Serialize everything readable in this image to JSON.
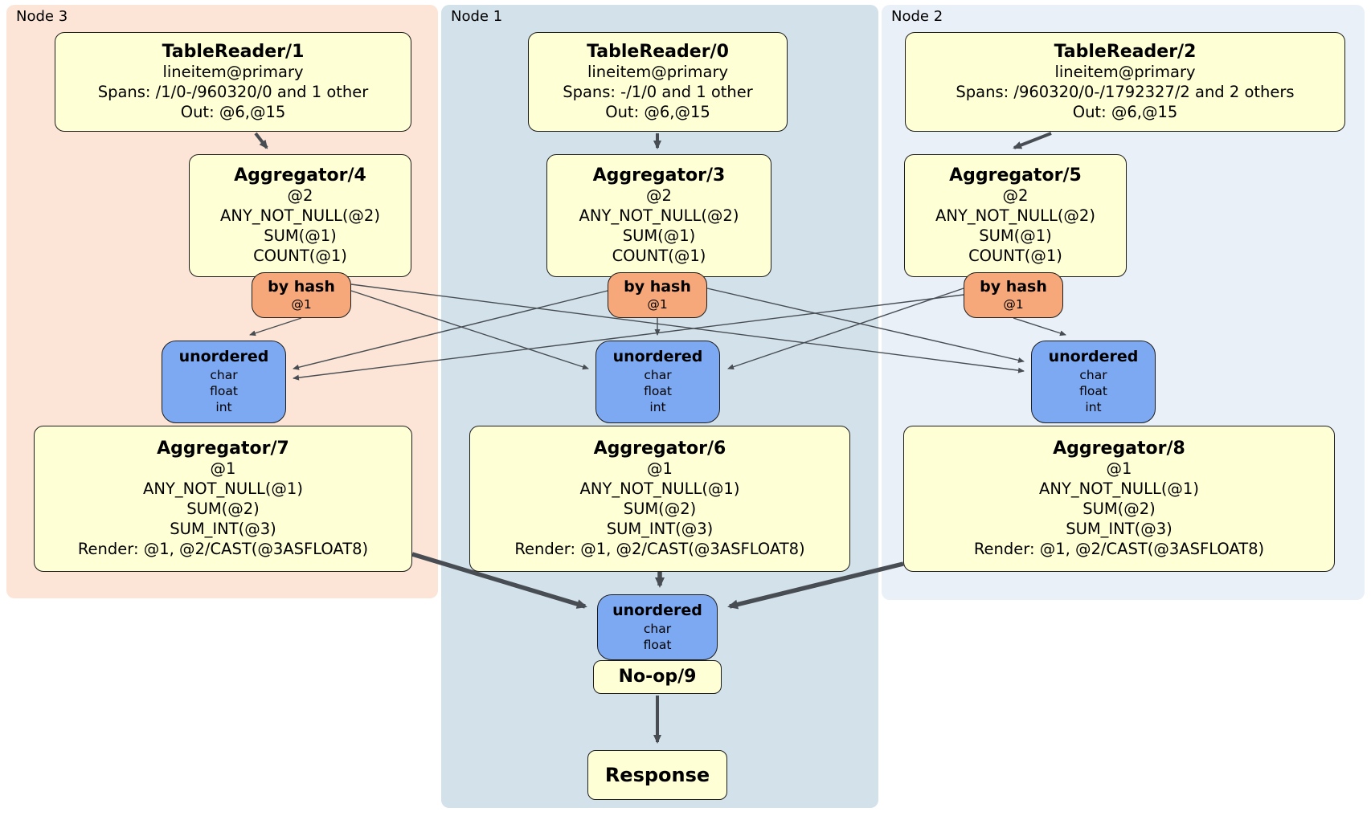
{
  "nodes": [
    {
      "label": "Node 3",
      "table_reader": {
        "title": "TableReader/1",
        "lines": [
          "lineitem@primary",
          "Spans: /1/0-/960320/0 and 1 other",
          "Out: @6,@15"
        ]
      },
      "aggregator_top": {
        "title": "Aggregator/4",
        "lines": [
          "@2",
          "ANY_NOT_NULL(@2)",
          "SUM(@1)",
          "COUNT(@1)"
        ]
      },
      "router": {
        "title": "by hash",
        "detail": "@1"
      },
      "sync": {
        "title": "unordered",
        "lines": [
          "char",
          "float",
          "int"
        ]
      },
      "aggregator_bottom": {
        "title": "Aggregator/7",
        "lines": [
          "@1",
          "ANY_NOT_NULL(@1)",
          "SUM(@2)",
          "SUM_INT(@3)",
          "Render: @1, @2/CAST(@3ASFLOAT8)"
        ]
      }
    },
    {
      "label": "Node 1",
      "table_reader": {
        "title": "TableReader/0",
        "lines": [
          "lineitem@primary",
          "Spans: -/1/0 and 1 other",
          "Out: @6,@15"
        ]
      },
      "aggregator_top": {
        "title": "Aggregator/3",
        "lines": [
          "@2",
          "ANY_NOT_NULL(@2)",
          "SUM(@1)",
          "COUNT(@1)"
        ]
      },
      "router": {
        "title": "by hash",
        "detail": "@1"
      },
      "sync": {
        "title": "unordered",
        "lines": [
          "char",
          "float",
          "int"
        ]
      },
      "aggregator_bottom": {
        "title": "Aggregator/6",
        "lines": [
          "@1",
          "ANY_NOT_NULL(@1)",
          "SUM(@2)",
          "SUM_INT(@3)",
          "Render: @1, @2/CAST(@3ASFLOAT8)"
        ]
      }
    },
    {
      "label": "Node 2",
      "table_reader": {
        "title": "TableReader/2",
        "lines": [
          "lineitem@primary",
          "Spans: /960320/0-/1792327/2 and 2 others",
          "Out: @6,@15"
        ]
      },
      "aggregator_top": {
        "title": "Aggregator/5",
        "lines": [
          "@2",
          "ANY_NOT_NULL(@2)",
          "SUM(@1)",
          "COUNT(@1)"
        ]
      },
      "router": {
        "title": "by hash",
        "detail": "@1"
      },
      "sync": {
        "title": "unordered",
        "lines": [
          "char",
          "float",
          "int"
        ]
      },
      "aggregator_bottom": {
        "title": "Aggregator/8",
        "lines": [
          "@1",
          "ANY_NOT_NULL(@1)",
          "SUM(@2)",
          "SUM_INT(@3)",
          "Render: @1, @2/CAST(@3ASFLOAT8)"
        ]
      }
    }
  ],
  "final": {
    "sync": {
      "title": "unordered",
      "lines": [
        "char",
        "float"
      ]
    },
    "noop": {
      "title": "No-op/9"
    },
    "response": {
      "title": "Response"
    }
  },
  "colors": {
    "node3_region": "#fce5d6",
    "node1_region": "#d2e1ea",
    "node2_region": "#eaf0f8",
    "processor_box": "#ffffd6",
    "hash_router_box": "#f6a87a",
    "sync_box": "#7da9f2",
    "arrow": "#474d52",
    "border": "#1c1c1c"
  }
}
